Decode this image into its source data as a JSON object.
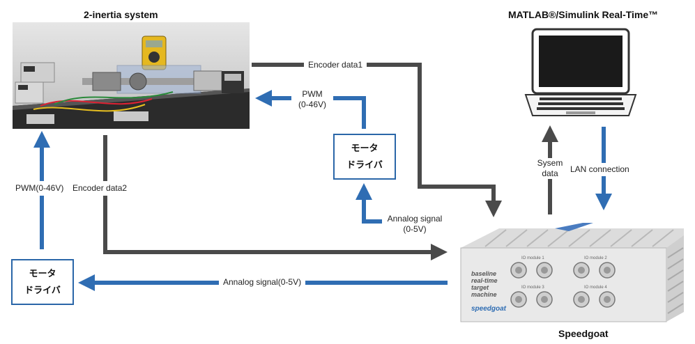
{
  "titles": {
    "system": "2-inertia system",
    "host": "MATLAB®/Simulink Real-Time™",
    "target": "Speedgoat"
  },
  "drivers": {
    "top": {
      "line1": "モータ",
      "line2": "ドライバ"
    },
    "bottom": {
      "line1": "モータ",
      "line2": "ドライバ"
    }
  },
  "labels": {
    "encoder1": "Encoder data1",
    "pwm_top_1": "PWM",
    "pwm_top_2": "(0-46V)",
    "pwm_left": "PWM(0-46V)",
    "encoder2": "Encoder data2",
    "analog_top_1": "Annalog signal",
    "analog_top_2": "(0-5V)",
    "analog_bottom": "Annalog signal(0-5V)",
    "system_data_1": "Sysem",
    "system_data_2": "data",
    "lan": "LAN connection"
  },
  "device": {
    "lines": [
      "baseline",
      "real-time",
      "target",
      "machine"
    ],
    "brand": "speedgoat",
    "module_a": "IO module 1",
    "module_b": "IO module 2",
    "module_c": "IO module 3",
    "module_d": "IO module 4"
  },
  "colors": {
    "blue": "#2f6db3",
    "gray": "#4a4a4a"
  }
}
